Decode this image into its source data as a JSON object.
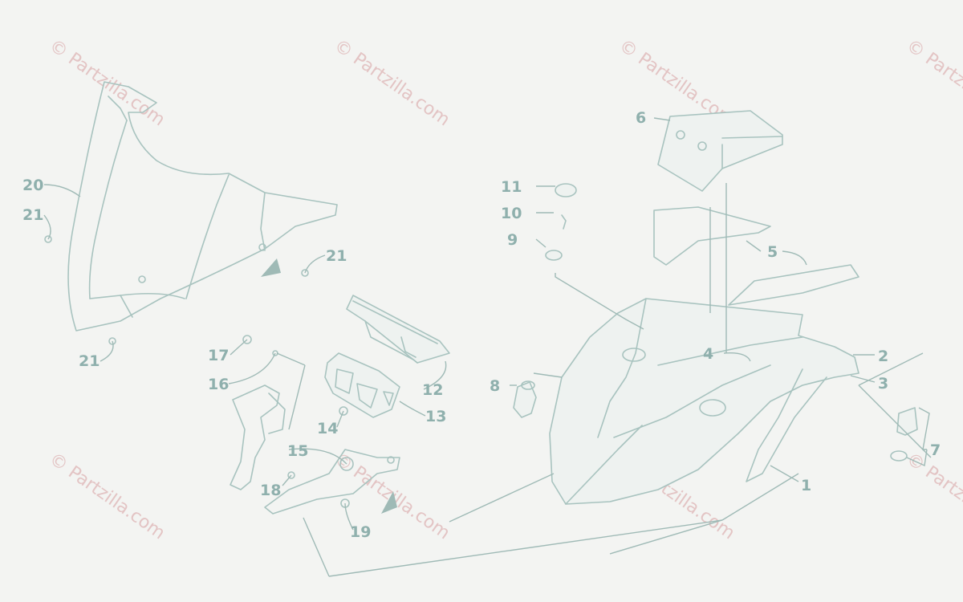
{
  "watermark": "© Partzilla.com",
  "colors": {
    "line": "#a8c3bf",
    "label": "#8fb0ad",
    "watermark": "#e3c4c4",
    "background": "#f3f4f2"
  },
  "callouts": [
    "1",
    "2",
    "3",
    "4",
    "5",
    "6",
    "7",
    "8",
    "9",
    "10",
    "11",
    "12",
    "13",
    "14",
    "15",
    "16",
    "17",
    "18",
    "19",
    "20",
    "21"
  ]
}
